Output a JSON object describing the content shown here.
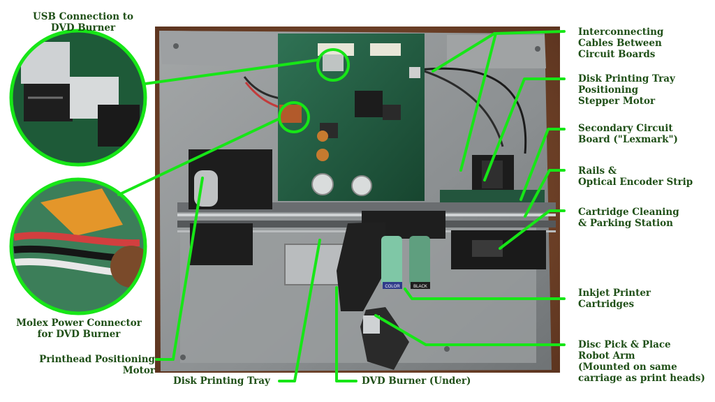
{
  "labels": {
    "usb_1": "USB Connection to",
    "usb_2": "DVD Burner",
    "molex_1": "Molex Power Connector",
    "molex_2": "for DVD Burner",
    "printhead_1": "Printhead Positioning",
    "printhead_2": "Motor",
    "tray": "Disk Printing Tray",
    "dvd": "DVD Burner (Under)",
    "cables_1": "Interconnecting",
    "cables_2": "Cables Between",
    "cables_3": "Circuit Boards",
    "stepper_1": "Disk Printing Tray",
    "stepper_2": "Positioning",
    "stepper_3": "Stepper Motor",
    "secondary_1": "Secondary Circuit",
    "secondary_2": "Board (\"Lexmark\")",
    "rails_1": "Rails &",
    "rails_2": "Optical Encoder Strip",
    "cleaning_1": "Cartridge Cleaning",
    "cleaning_2": "& Parking Station",
    "cartridges_1": "Inkjet Printer",
    "cartridges_2": "Cartridges",
    "arm_1": "Disc Pick & Place",
    "arm_2": "Robot Arm",
    "arm_3": "(Mounted on same",
    "arm_4": "carriage as print heads)"
  },
  "board_text": {
    "color_label": "COLOR",
    "black_label": "BLACK"
  },
  "colors": {
    "callout_green": "#17e617",
    "label_text": "#1f4f17",
    "chassis": "#8f9294",
    "circuit_board": "#1d5a3c",
    "cartridge_teal": "#7fc7a6",
    "wood_background": "#7b4a2c"
  }
}
